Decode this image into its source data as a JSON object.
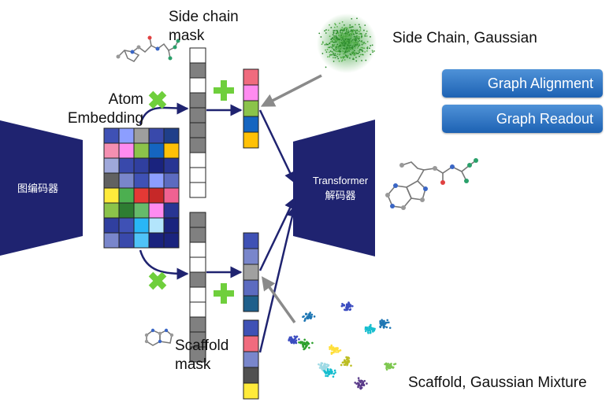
{
  "encoder_label": "图编码器",
  "atom_embedding_label": [
    "Atom",
    "Embedding"
  ],
  "side_chain_mask_label": [
    "Side chain",
    "mask"
  ],
  "scaffold_mask_label": [
    "Scaffold",
    "mask"
  ],
  "decoder_label": [
    "Transformer",
    "解码器"
  ],
  "side_chain_gaussian_label": "Side Chain, Gaussian",
  "scaffold_mixture_label": "Scaffold, Gaussian Mixture",
  "buttons": [
    "Graph Alignment",
    "Graph Readout"
  ],
  "colors": {
    "navy": "#1f2370",
    "arrow": "#1f2370",
    "gray_arrow": "#8a8a8a",
    "plus": "#6fcf3c",
    "cross": "#6fcf3c",
    "button_top": "#4f92d8",
    "button_bottom": "#1d62b3"
  },
  "embedding_grid": [
    [
      "#3f51b5",
      "#8c9eff",
      "#9e9e9e",
      "#3949ab",
      "#1f3f8a"
    ],
    [
      "#f48fb1",
      "#ff8bf0",
      "#8bc34a",
      "#1565c0",
      "#ffc107"
    ],
    [
      "#9fa8da",
      "#3949ab",
      "#303f9f",
      "#1a237e",
      "#283593"
    ],
    [
      "#616161",
      "#7986cb",
      "#3f51b5",
      "#8c9eff",
      "#5c6bc0"
    ],
    [
      "#ffeb3b",
      "#4caf50",
      "#e53935",
      "#c62828",
      "#f06292"
    ],
    [
      "#8bc34a",
      "#2e7d32",
      "#66bb6a",
      "#ff8bf0",
      "#283593"
    ],
    [
      "#303f9f",
      "#3f51b5",
      "#29b6f6",
      "#b3e5fc",
      "#1a237e"
    ],
    [
      "#7986cb",
      "#3949ab",
      "#4fc3f7",
      "#1a237e",
      "#1a237e"
    ]
  ],
  "side_chain_mask": [
    false,
    true,
    false,
    true,
    true,
    true,
    true,
    false,
    false,
    false
  ],
  "scaffold_mask": [
    true,
    true,
    false,
    false,
    true,
    false,
    false,
    true,
    true,
    true
  ],
  "side_chain_vector": [
    "#f06b7e",
    "#ff8bf0",
    "#8bc34a",
    "#1565c0",
    "#ffc107"
  ],
  "scaffold_vector": [
    "#3f51b5",
    "#7986cb",
    "#a0a0a0",
    "#5c6bc0",
    "#1f5f8b"
  ],
  "scaffold_gmm_vector": [
    "#3f51b5",
    "#f06b7e",
    "#7986cb",
    "#505050",
    "#ffeb3b"
  ],
  "cluster_colors": [
    "#3b4cc0",
    "#1f77b4",
    "#17becf",
    "#2ca02c",
    "#bcbd22",
    "#ffdf3a",
    "#9edae5",
    "#5a3b8a",
    "#d4c03a",
    "#7ec850"
  ]
}
